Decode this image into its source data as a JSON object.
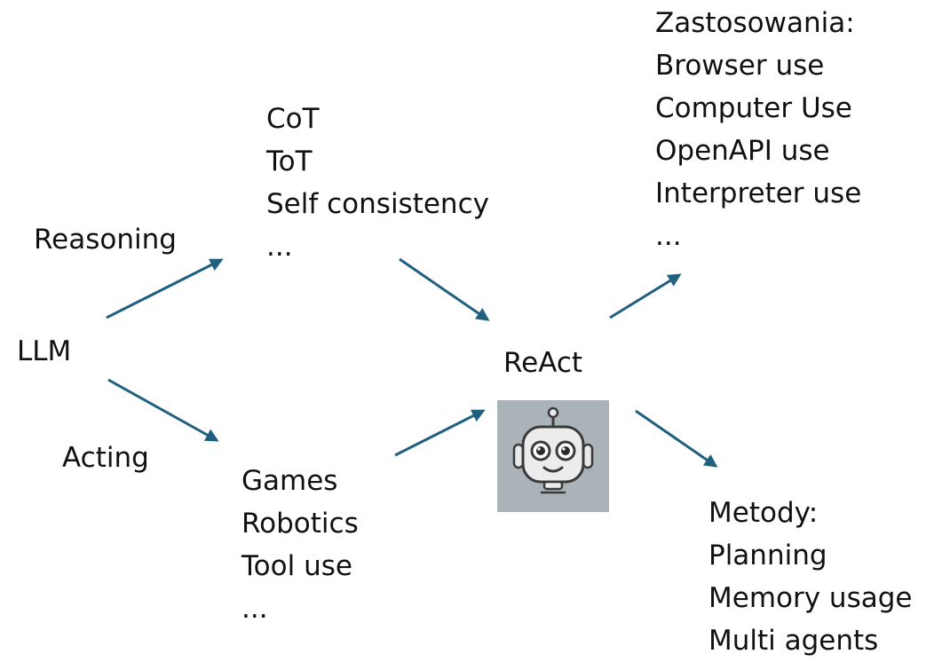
{
  "root": {
    "label": "LLM"
  },
  "branches": {
    "reasoning": {
      "label": "Reasoning",
      "items": [
        "CoT",
        "ToT",
        "Self consistency",
        "..."
      ]
    },
    "acting": {
      "label": "Acting",
      "items": [
        "Games",
        "Robotics",
        "Tool use",
        "..."
      ]
    }
  },
  "center": {
    "label": "ReAct",
    "icon": "robot-icon"
  },
  "outputs": {
    "applications": {
      "heading": "Zastosowania:",
      "items": [
        "Browser use",
        "Computer Use",
        "OpenAPI use",
        "Interpreter use",
        "..."
      ]
    },
    "methods": {
      "heading": "Metody:",
      "items": [
        "Planning",
        "Memory usage",
        "Multi agents"
      ]
    }
  },
  "colors": {
    "arrow": "#1f5f7f",
    "text": "#111111",
    "robot_tile": "#aab3b8"
  }
}
